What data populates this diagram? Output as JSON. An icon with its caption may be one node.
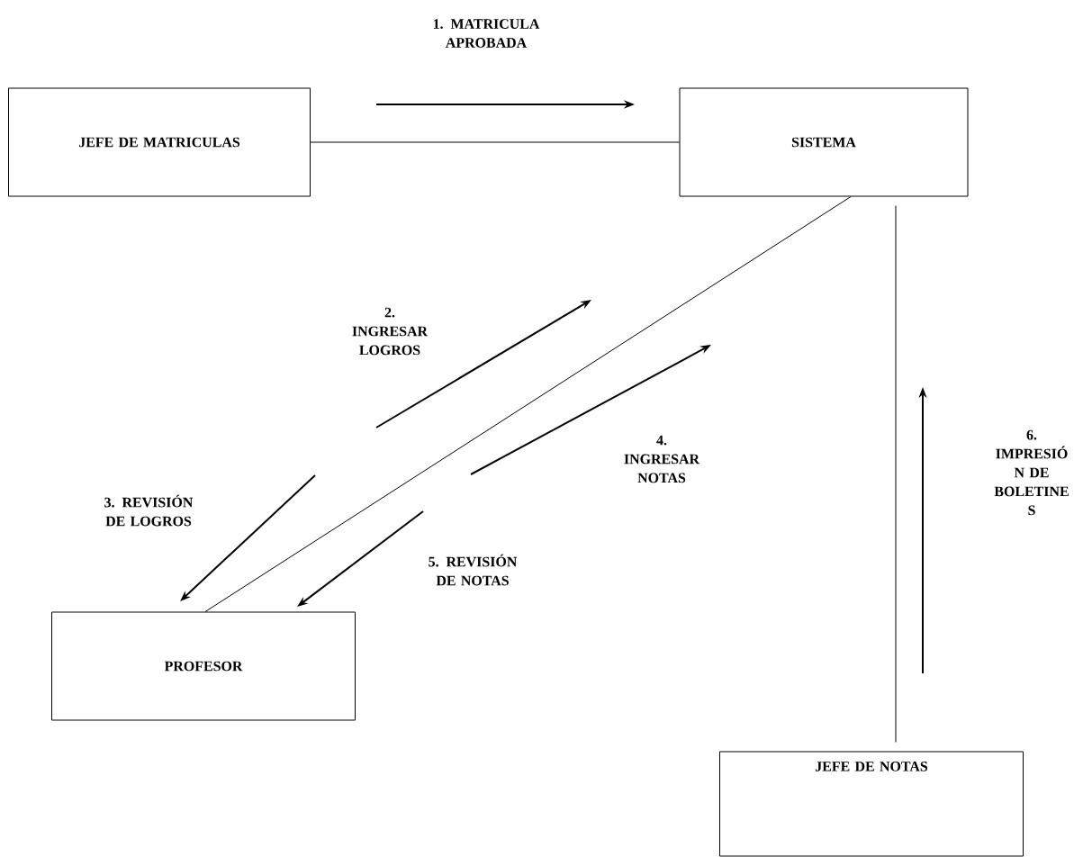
{
  "diagram": {
    "nodes": [
      {
        "text": [
          "JEFE DE MATRICULAS"
        ]
      },
      {
        "text": [
          "SISTEMA"
        ]
      },
      {
        "text": [
          "PROFESOR"
        ]
      },
      {
        "text": [
          "JEFE DE NOTAS"
        ]
      }
    ],
    "edges": [
      {
        "from": 0,
        "to": 1,
        "arrow": "none"
      },
      {
        "from": 1,
        "to": 2,
        "arrow": "none"
      },
      {
        "from": 1,
        "to": 3,
        "arrow": "none"
      }
    ],
    "labels": [
      "1. MATRICULA APROBADA",
      "2. INGRESAR LOGROS",
      "3. REVISIÓN DE LOGROS",
      "4. INGRESAR NOTAS",
      "5. REVISIÓN DE NOTAS",
      "6. IMPRESIÓ N DE BOLETINE S"
    ]
  }
}
